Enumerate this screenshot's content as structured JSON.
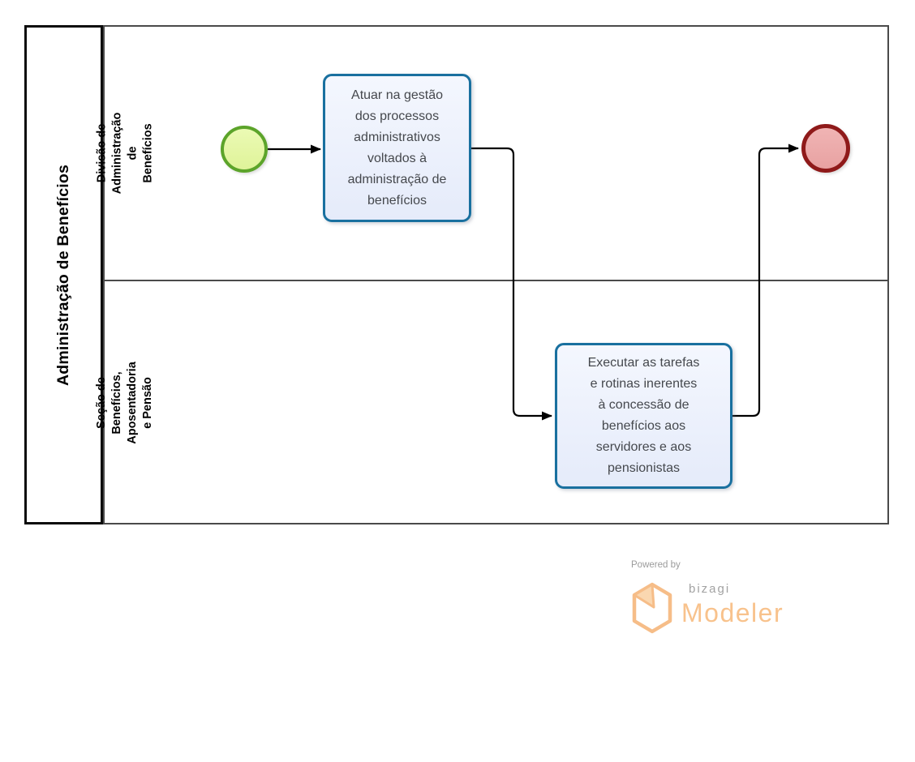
{
  "pool": {
    "title": "Administração de Benefícios",
    "lanes": [
      {
        "label": "Divisão de Administração de\nBenefícios"
      },
      {
        "label": "Seção de Benefícios,\nAposentadoria e Pensão"
      }
    ]
  },
  "process": {
    "start_event": {
      "type": "start-event"
    },
    "end_event": {
      "type": "end-event"
    },
    "tasks": [
      {
        "label": "Atuar na gestão\ndos processos\nadministrativos\nvoltados à\nadministração de\nbenefícios"
      },
      {
        "label": "Executar as tarefas\ne rotinas inerentes\nà concessão de\nbenefícios aos\nservidores e aos\npensionistas"
      }
    ],
    "flows": [
      {
        "name": "start-to-task1"
      },
      {
        "name": "task1-to-task2"
      },
      {
        "name": "task2-to-end"
      }
    ]
  },
  "colors": {
    "task_border": "#19709F",
    "task_fill": "#E9EEFB",
    "start_border": "#5CA42A",
    "start_fill": "#E3F6A2",
    "end_border": "#8F1A1A",
    "end_fill": "#EDA8A8",
    "connector": "#000000",
    "lane_border": "#4A4A4A",
    "brand_orange": "#F8C28C",
    "brand_gray": "#9B9B9B"
  },
  "footer": {
    "powered_by": "Powered by",
    "brand": "bizagi",
    "product": "Modeler",
    "logo_icon": "bizagi-box-icon"
  }
}
